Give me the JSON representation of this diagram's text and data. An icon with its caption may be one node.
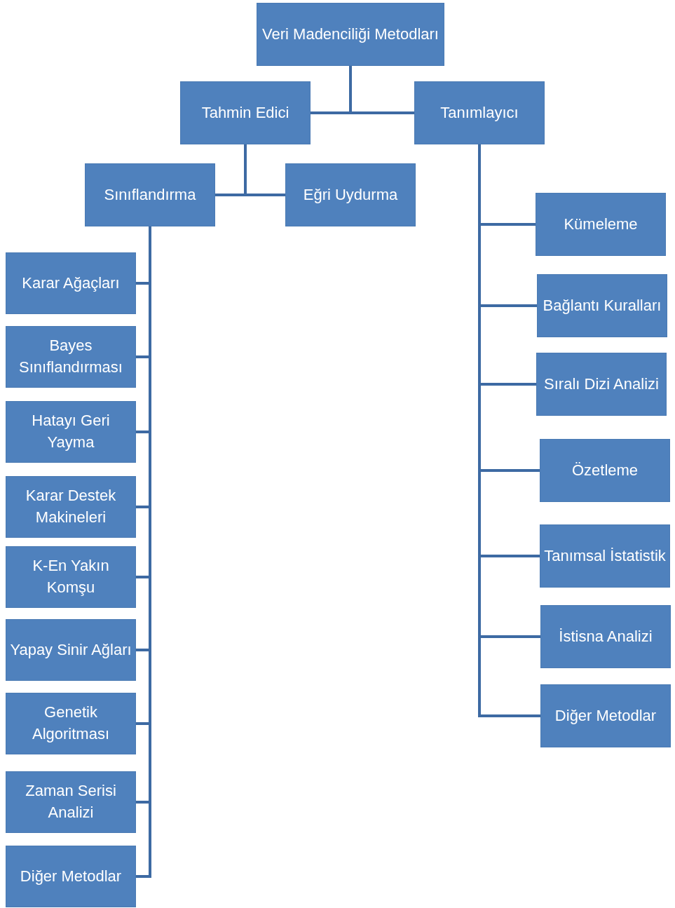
{
  "diagram": {
    "nodes": [
      {
        "text": [
          "Veri Madenciliği Metodları"
        ]
      },
      {
        "text": [
          "Tahmin Edici"
        ]
      },
      {
        "text": [
          "Tanımlayıcı"
        ]
      },
      {
        "text": [
          "Sınıflandırma"
        ]
      },
      {
        "text": [
          "Eğri Uydurma"
        ]
      },
      {
        "text": [
          "Karar Ağaçları"
        ]
      },
      {
        "text": [
          "Bayes Sınıflandırması"
        ]
      },
      {
        "text": [
          "Hatayı Geri Yayma"
        ]
      },
      {
        "text": [
          "Karar Destek Makineleri"
        ]
      },
      {
        "text": [
          "K-En Yakın Komşu"
        ]
      },
      {
        "text": [
          "Yapay Sinir Ağları"
        ]
      },
      {
        "text": [
          "Genetik Algoritması"
        ]
      },
      {
        "text": [
          "Zaman Serisi Analizi"
        ]
      },
      {
        "text": [
          "Diğer Metodlar"
        ]
      },
      {
        "text": [
          "Kümeleme"
        ]
      },
      {
        "text": [
          "Bağlantı Kuralları"
        ]
      },
      {
        "text": [
          "Sıralı Dizi Analizi"
        ]
      },
      {
        "text": [
          "Özetleme"
        ]
      },
      {
        "text": [
          "Tanımsal İstatistik"
        ]
      },
      {
        "text": [
          "İstisna Analizi"
        ]
      },
      {
        "text": [
          "Diğer Metodlar"
        ]
      }
    ],
    "edges": [
      {
        "from": 0,
        "to": 1,
        "arrow": "none"
      },
      {
        "from": 0,
        "to": 2,
        "arrow": "none"
      },
      {
        "from": 1,
        "to": 3,
        "arrow": "none"
      },
      {
        "from": 1,
        "to": 4,
        "arrow": "none"
      },
      {
        "from": 3,
        "to": 5,
        "arrow": "none"
      },
      {
        "from": 3,
        "to": 6,
        "arrow": "none"
      },
      {
        "from": 3,
        "to": 7,
        "arrow": "none"
      },
      {
        "from": 3,
        "to": 8,
        "arrow": "none"
      },
      {
        "from": 3,
        "to": 9,
        "arrow": "none"
      },
      {
        "from": 3,
        "to": 10,
        "arrow": "none"
      },
      {
        "from": 3,
        "to": 11,
        "arrow": "none"
      },
      {
        "from": 3,
        "to": 12,
        "arrow": "none"
      },
      {
        "from": 3,
        "to": 13,
        "arrow": "none"
      },
      {
        "from": 2,
        "to": 14,
        "arrow": "none"
      },
      {
        "from": 2,
        "to": 15,
        "arrow": "none"
      },
      {
        "from": 2,
        "to": 16,
        "arrow": "none"
      },
      {
        "from": 2,
        "to": 17,
        "arrow": "none"
      },
      {
        "from": 2,
        "to": 18,
        "arrow": "none"
      },
      {
        "from": 2,
        "to": 19,
        "arrow": "none"
      },
      {
        "from": 2,
        "to": 20,
        "arrow": "none"
      }
    ]
  }
}
